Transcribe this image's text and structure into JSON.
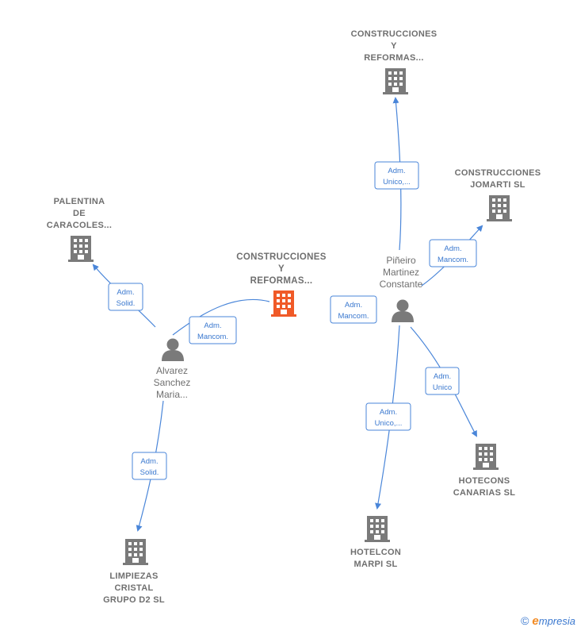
{
  "colors": {
    "edge": "#4a86d9",
    "building": "#7a7a7a",
    "center_building": "#f05a28",
    "person": "#7a7a7a"
  },
  "companies": {
    "center": {
      "label_lines": [
        "CONSTRUCCIONES",
        "Y",
        "REFORMAS..."
      ],
      "icon": "building-icon"
    },
    "construcciones_top": {
      "label_lines": [
        "CONSTRUCCIONES",
        "Y",
        "REFORMAS..."
      ],
      "icon": "building-icon"
    },
    "jomarti": {
      "label_lines": [
        "CONSTRUCCIONES",
        "JOMARTI SL"
      ],
      "icon": "building-icon"
    },
    "palentina": {
      "label_lines": [
        "PALENTINA",
        "DE",
        "CARACOLES..."
      ],
      "icon": "building-icon"
    },
    "hotecons": {
      "label_lines": [
        "HOTECONS",
        "CANARIAS  SL"
      ],
      "icon": "building-icon"
    },
    "hotelcon": {
      "label_lines": [
        "HOTELCON",
        "MARPI  SL"
      ],
      "icon": "building-icon"
    },
    "limpiezas": {
      "label_lines": [
        "LIMPIEZAS",
        "CRISTAL",
        "GRUPO D2 SL"
      ],
      "icon": "building-icon"
    }
  },
  "persons": {
    "alvarez": {
      "label_lines": [
        "Alvarez",
        "Sanchez",
        "Maria..."
      ],
      "icon": "person-icon"
    },
    "pineiro": {
      "label_lines": [
        "Piñeiro",
        "Martinez",
        "Constante"
      ],
      "icon": "person-icon"
    }
  },
  "relations": {
    "alvarez_center": [
      "Adm.",
      "Mancom."
    ],
    "alvarez_palentina": [
      "Adm.",
      "Solid."
    ],
    "alvarez_limpiezas": [
      "Adm.",
      "Solid."
    ],
    "pineiro_center": [
      "Adm.",
      "Mancom."
    ],
    "pineiro_top": [
      "Adm.",
      "Unico,..."
    ],
    "pineiro_jomarti": [
      "Adm.",
      "Mancom."
    ],
    "pineiro_hotecons": [
      "Adm.",
      "Unico"
    ],
    "pineiro_hotelcon": [
      "Adm.",
      "Unico,..."
    ]
  },
  "footer": {
    "copyright": "©",
    "brand_first": "e",
    "brand_rest": "mpresia"
  }
}
